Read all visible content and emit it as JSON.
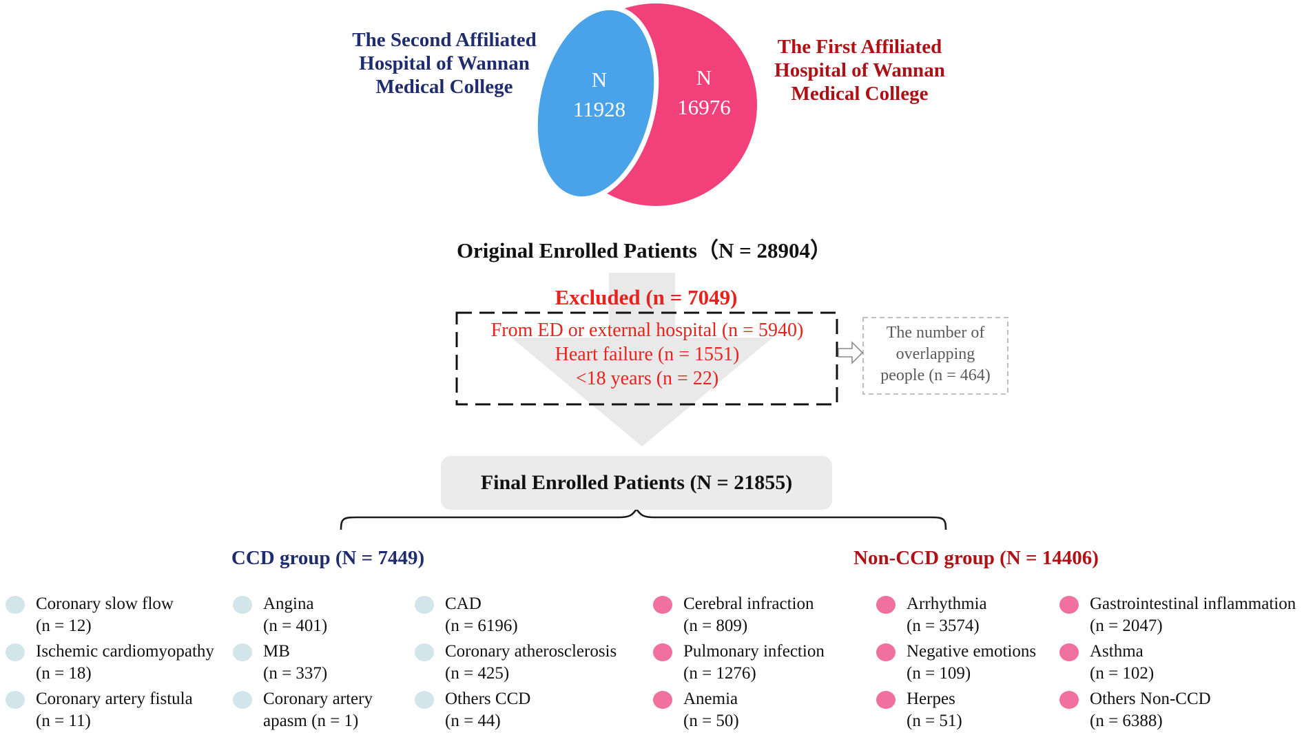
{
  "figure_title": "Patient enrollment flow diagram",
  "venn": {
    "left_hospital": {
      "lines": [
        "The Second Affiliated",
        "Hospital of Wannan",
        "Medical College"
      ]
    },
    "right_hospital": {
      "lines": [
        "The First Affiliated",
        "Hospital of Wannan",
        "Medical College"
      ]
    },
    "left_circle": {
      "label": "N",
      "value": "11928"
    },
    "right_circle": {
      "label": "N",
      "value": "16976"
    }
  },
  "original_enrolled": "Original Enrolled Patients（N = 28904）",
  "excluded": {
    "title": "Excluded (n = 7049)",
    "items": [
      "From ED or external hospital (n = 5940)",
      "Heart failure (n = 1551)",
      "<18 years (n = 22)"
    ]
  },
  "overlap_note": {
    "lines": [
      "The number of",
      "overlapping",
      "people (n = 464)"
    ]
  },
  "final_enrolled": "Final Enrolled Patients (N = 21855)",
  "groups": {
    "ccd": {
      "label": "CCD group (N = 7449)",
      "columns": [
        {
          "items": [
            {
              "line1": "Coronary slow flow",
              "line2": "(n = 12)"
            },
            {
              "line1": "Ischemic cardiomyopathy",
              "line2": "(n = 18)"
            },
            {
              "line1": "Coronary artery fistula",
              "line2": "(n = 11)"
            }
          ]
        },
        {
          "items": [
            {
              "line1": "Angina",
              "line2": "(n = 401)"
            },
            {
              "line1": "MB",
              "line2": "(n = 337)"
            },
            {
              "line1": "Coronary artery",
              "line2": "apasm (n = 1)"
            }
          ]
        },
        {
          "items": [
            {
              "line1": "CAD",
              "line2": "(n = 6196)"
            },
            {
              "line1": "Coronary atherosclerosis",
              "line2": "(n = 425)"
            },
            {
              "line1": "Others CCD",
              "line2": "(n = 44)"
            }
          ]
        }
      ]
    },
    "non_ccd": {
      "label": "Non-CCD group (N = 14406)",
      "columns": [
        {
          "items": [
            {
              "line1": "Cerebral infraction",
              "line2": "(n = 809)"
            },
            {
              "line1": "Pulmonary infection",
              "line2": "(n = 1276)"
            },
            {
              "line1": "Anemia",
              "line2": "(n = 50)"
            }
          ]
        },
        {
          "items": [
            {
              "line1": "Arrhythmia",
              "line2": "(n = 3574)"
            },
            {
              "line1": "Negative emotions",
              "line2": "(n = 109)"
            },
            {
              "line1": "Herpes",
              "line2": "(n = 51)"
            }
          ]
        },
        {
          "items": [
            {
              "line1": "Gastrointestinal inflammation",
              "line2": "(n = 2047)"
            },
            {
              "line1": "Asthma",
              "line2": "(n = 102)"
            },
            {
              "line1": "Others Non-CCD",
              "line2": "(n = 6388)"
            }
          ]
        }
      ]
    }
  },
  "colors": {
    "venn_blue": "#4aa3e8",
    "venn_pink": "#f2407a",
    "navy_text": "#1f2d6e",
    "dark_red_text": "#ad1015",
    "bright_red_text": "#e8231d",
    "gray_arrow": "#e9e9e9",
    "final_box_fill": "#ebebeb",
    "ccd_dot": "#d2e5ea",
    "non_ccd_dot": "#f0709e"
  }
}
